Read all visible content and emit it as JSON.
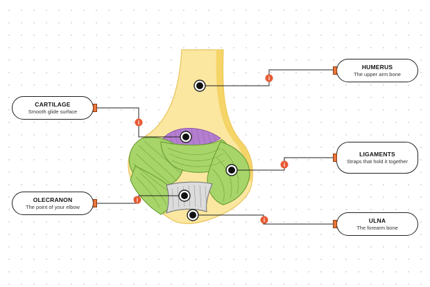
{
  "labels": {
    "humerus": {
      "title": "HUMERUS",
      "subtitle": "The upper arm bone"
    },
    "cartilage": {
      "title": "CARTILAGE",
      "subtitle": "Smooth glide surface"
    },
    "ligaments": {
      "title": "LIGAMENTS",
      "subtitle": "Straps that hold it together"
    },
    "olecranon": {
      "title": "OLECRANON",
      "subtitle": "The point of your elbow"
    },
    "ulna": {
      "title": "ULNA",
      "subtitle": "The forearm bone"
    }
  },
  "info_icon_glyph": "i",
  "colors": {
    "bone": "#fbe7a0",
    "bone_shadow": "#f3cd55",
    "cartilage": "#b57fd0",
    "ligament": "#a7d56a",
    "ligament_dark": "#6d9f37",
    "tendon": "#dcdcdc",
    "accent": "#e9763a",
    "info": "#e75a33",
    "line": "#1f1f1f"
  }
}
